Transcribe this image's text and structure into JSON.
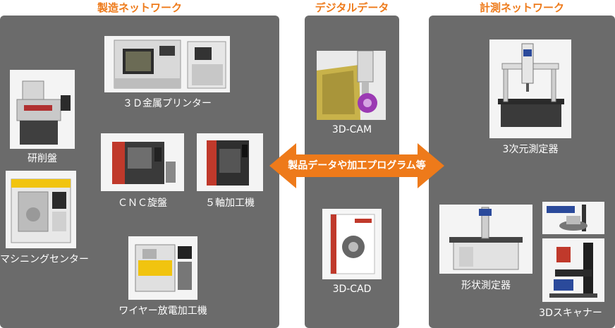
{
  "headers": {
    "manufacturing": "製造ネットワーク",
    "digital": "デジタルデータ",
    "measurement": "計測ネットワーク"
  },
  "arrow_label": "製品データや加工プログラム等",
  "machines": {
    "metal_3d_printer": "３Ｄ金属プリンター",
    "grinder": "研削盤",
    "cnc_lathe": "ＣＮＣ旋盤",
    "five_axis": "５軸加工機",
    "machining_center": "マシニングセンター",
    "wire_edm": "ワイヤー放電加工機"
  },
  "digital": {
    "cam": "3D-CAM",
    "cad": "3D-CAD"
  },
  "measurement": {
    "cmm": "3次元測定器",
    "profile": "形状測定器",
    "scanner": "3Dスキャナー"
  },
  "colors": {
    "accent": "#ee7a1a",
    "panel": "#6b6b6b"
  }
}
